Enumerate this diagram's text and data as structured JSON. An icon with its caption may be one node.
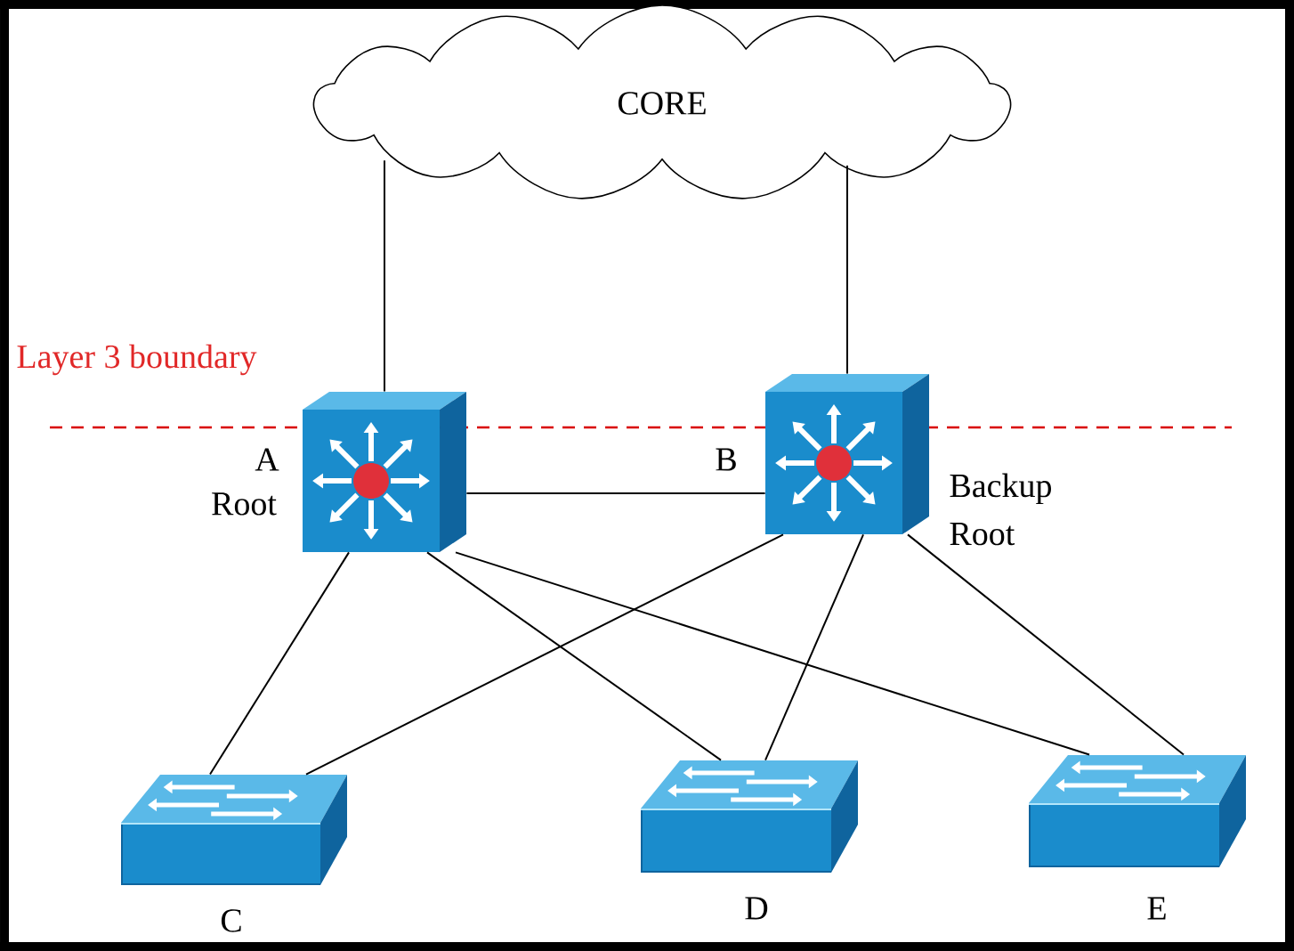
{
  "diagram": {
    "nodes": [
      {
        "text": [
          "CORE"
        ]
      },
      {
        "text": [],
        "shape": "picture",
        "beside": [
          "A",
          "Root"
        ]
      },
      {
        "text": [],
        "shape": "picture",
        "beside": [
          "B",
          "Backup Root"
        ]
      },
      {
        "text": [],
        "shape": "picture",
        "beside": [
          "C"
        ]
      },
      {
        "text": [],
        "shape": "picture",
        "beside": [
          "D"
        ]
      },
      {
        "text": [],
        "shape": "picture",
        "beside": [
          "E"
        ]
      }
    ],
    "edges": [
      {
        "from": 0,
        "to": 1,
        "arrow": "none"
      },
      {
        "from": 0,
        "to": 2,
        "arrow": "none"
      },
      {
        "from": 1,
        "to": 2,
        "arrow": "none"
      },
      {
        "from": 1,
        "to": 3,
        "arrow": "none"
      },
      {
        "from": 1,
        "to": 4,
        "arrow": "none"
      },
      {
        "from": 1,
        "to": 5,
        "arrow": "none"
      },
      {
        "from": 2,
        "to": 3,
        "arrow": "none"
      },
      {
        "from": 2,
        "to": 4,
        "arrow": "none"
      },
      {
        "from": 2,
        "to": 5,
        "arrow": "none"
      }
    ],
    "labels": [
      "Layer 3 boundary"
    ]
  }
}
